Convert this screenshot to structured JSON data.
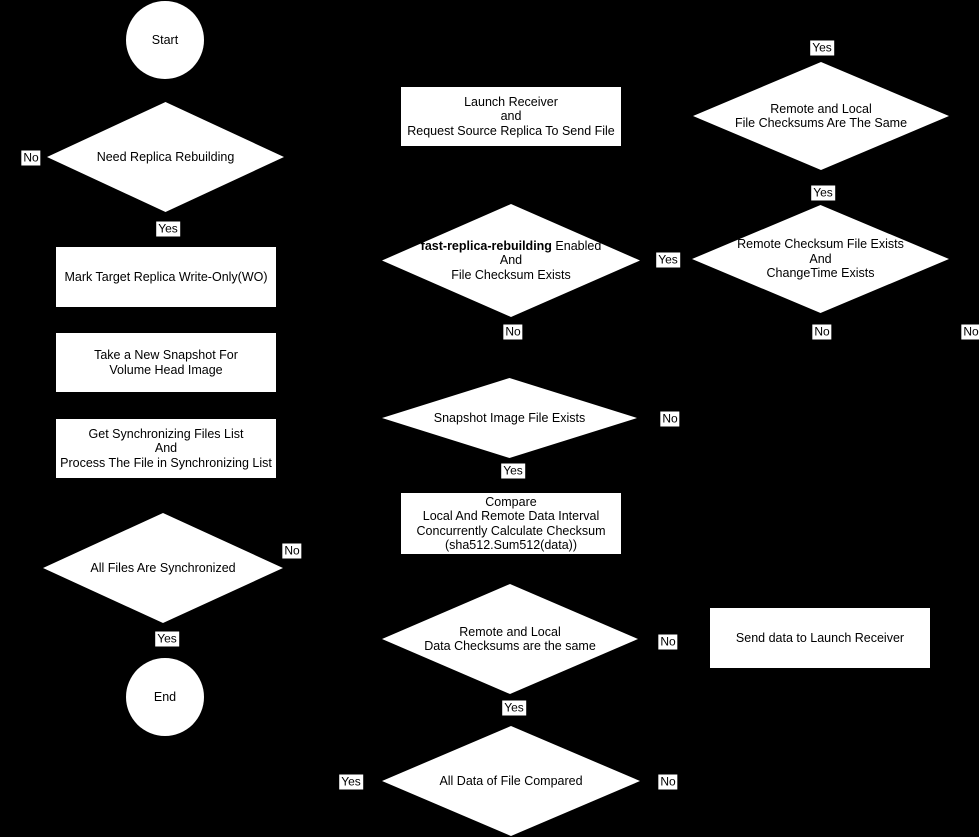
{
  "colors": {
    "background": "#000000",
    "node_fill": "#ffffff",
    "node_text": "#000000",
    "label_bg": "#ffffff",
    "label_text": "#000000"
  },
  "nodes": {
    "start": {
      "label": "Start"
    },
    "need_replica_rebuilding": {
      "label": "Need Replica Rebuilding"
    },
    "mark_target_replica": {
      "line1": "Mark Target Replica Write-Only(WO)"
    },
    "take_snapshot": {
      "line1": "Take a New Snapshot For",
      "line2": "Volume Head Image"
    },
    "get_sync_files": {
      "line1": "Get Synchronizing Files List",
      "line2": "And",
      "line3": "Process The File in Synchronizing List"
    },
    "all_files_synchronized": {
      "label": "All Files Are Synchronized"
    },
    "end": {
      "label": "End"
    },
    "launch_receiver": {
      "line1": "Launch Receiver",
      "line2": "and",
      "line3": "Request Source Replica To Send File"
    },
    "fast_replica_rebuilding": {
      "line1_bold": "fast-replica-rebuilding",
      "line1_rest": " Enabled",
      "line2": "And",
      "line3": "File Checksum Exists"
    },
    "snapshot_image_exists": {
      "label": "Snapshot Image File Exists"
    },
    "compare_checksum": {
      "line1": "Compare",
      "line2": "Local And Remote Data Interval",
      "line3": "Concurrently Calculate Checksum",
      "line4": "(sha512.Sum512(data))"
    },
    "data_checksums_same": {
      "line1": "Remote and Local",
      "line2": "Data Checksums are the same"
    },
    "all_data_compared": {
      "label": "All Data of File Compared"
    },
    "file_checksums_same": {
      "line1": "Remote and Local",
      "line2": "File Checksums Are The Same"
    },
    "remote_checksum_exists": {
      "line1": "Remote Checksum File Exists",
      "line2": "And",
      "line3": "ChangeTime Exists"
    },
    "send_data": {
      "label": "Send data to Launch Receiver"
    }
  },
  "edge_labels": {
    "need_replica_no": "No",
    "need_replica_yes": "Yes",
    "all_files_no": "No",
    "all_files_yes": "Yes",
    "fast_replica_yes": "Yes",
    "fast_replica_no": "No",
    "snapshot_no": "No",
    "snapshot_yes": "Yes",
    "data_checksums_no": "No",
    "data_checksums_yes": "Yes",
    "all_data_yes": "Yes",
    "all_data_no": "No",
    "file_checksums_top_yes": "Yes",
    "file_checksums_yes": "Yes",
    "remote_checksum_no": "No",
    "remote_checksum_right_no": "No"
  }
}
